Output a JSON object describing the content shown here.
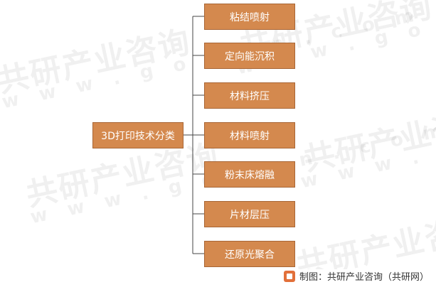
{
  "diagram": {
    "root": "3D打印技术分类",
    "leaves": [
      "粘结喷射",
      "定向能沉积",
      "材料挤压",
      "材料喷射",
      "粉末床熔融",
      "片材层压",
      "还原光聚合"
    ]
  },
  "watermark": {
    "brand": "共研产业咨询",
    "url": "w w w . g o n y n . c o m"
  },
  "footer": {
    "text": "制图：共研产业咨询（共研网）"
  },
  "colors": {
    "box_fill": "#d4894e",
    "box_border": "#a86636",
    "line": "#444444"
  }
}
